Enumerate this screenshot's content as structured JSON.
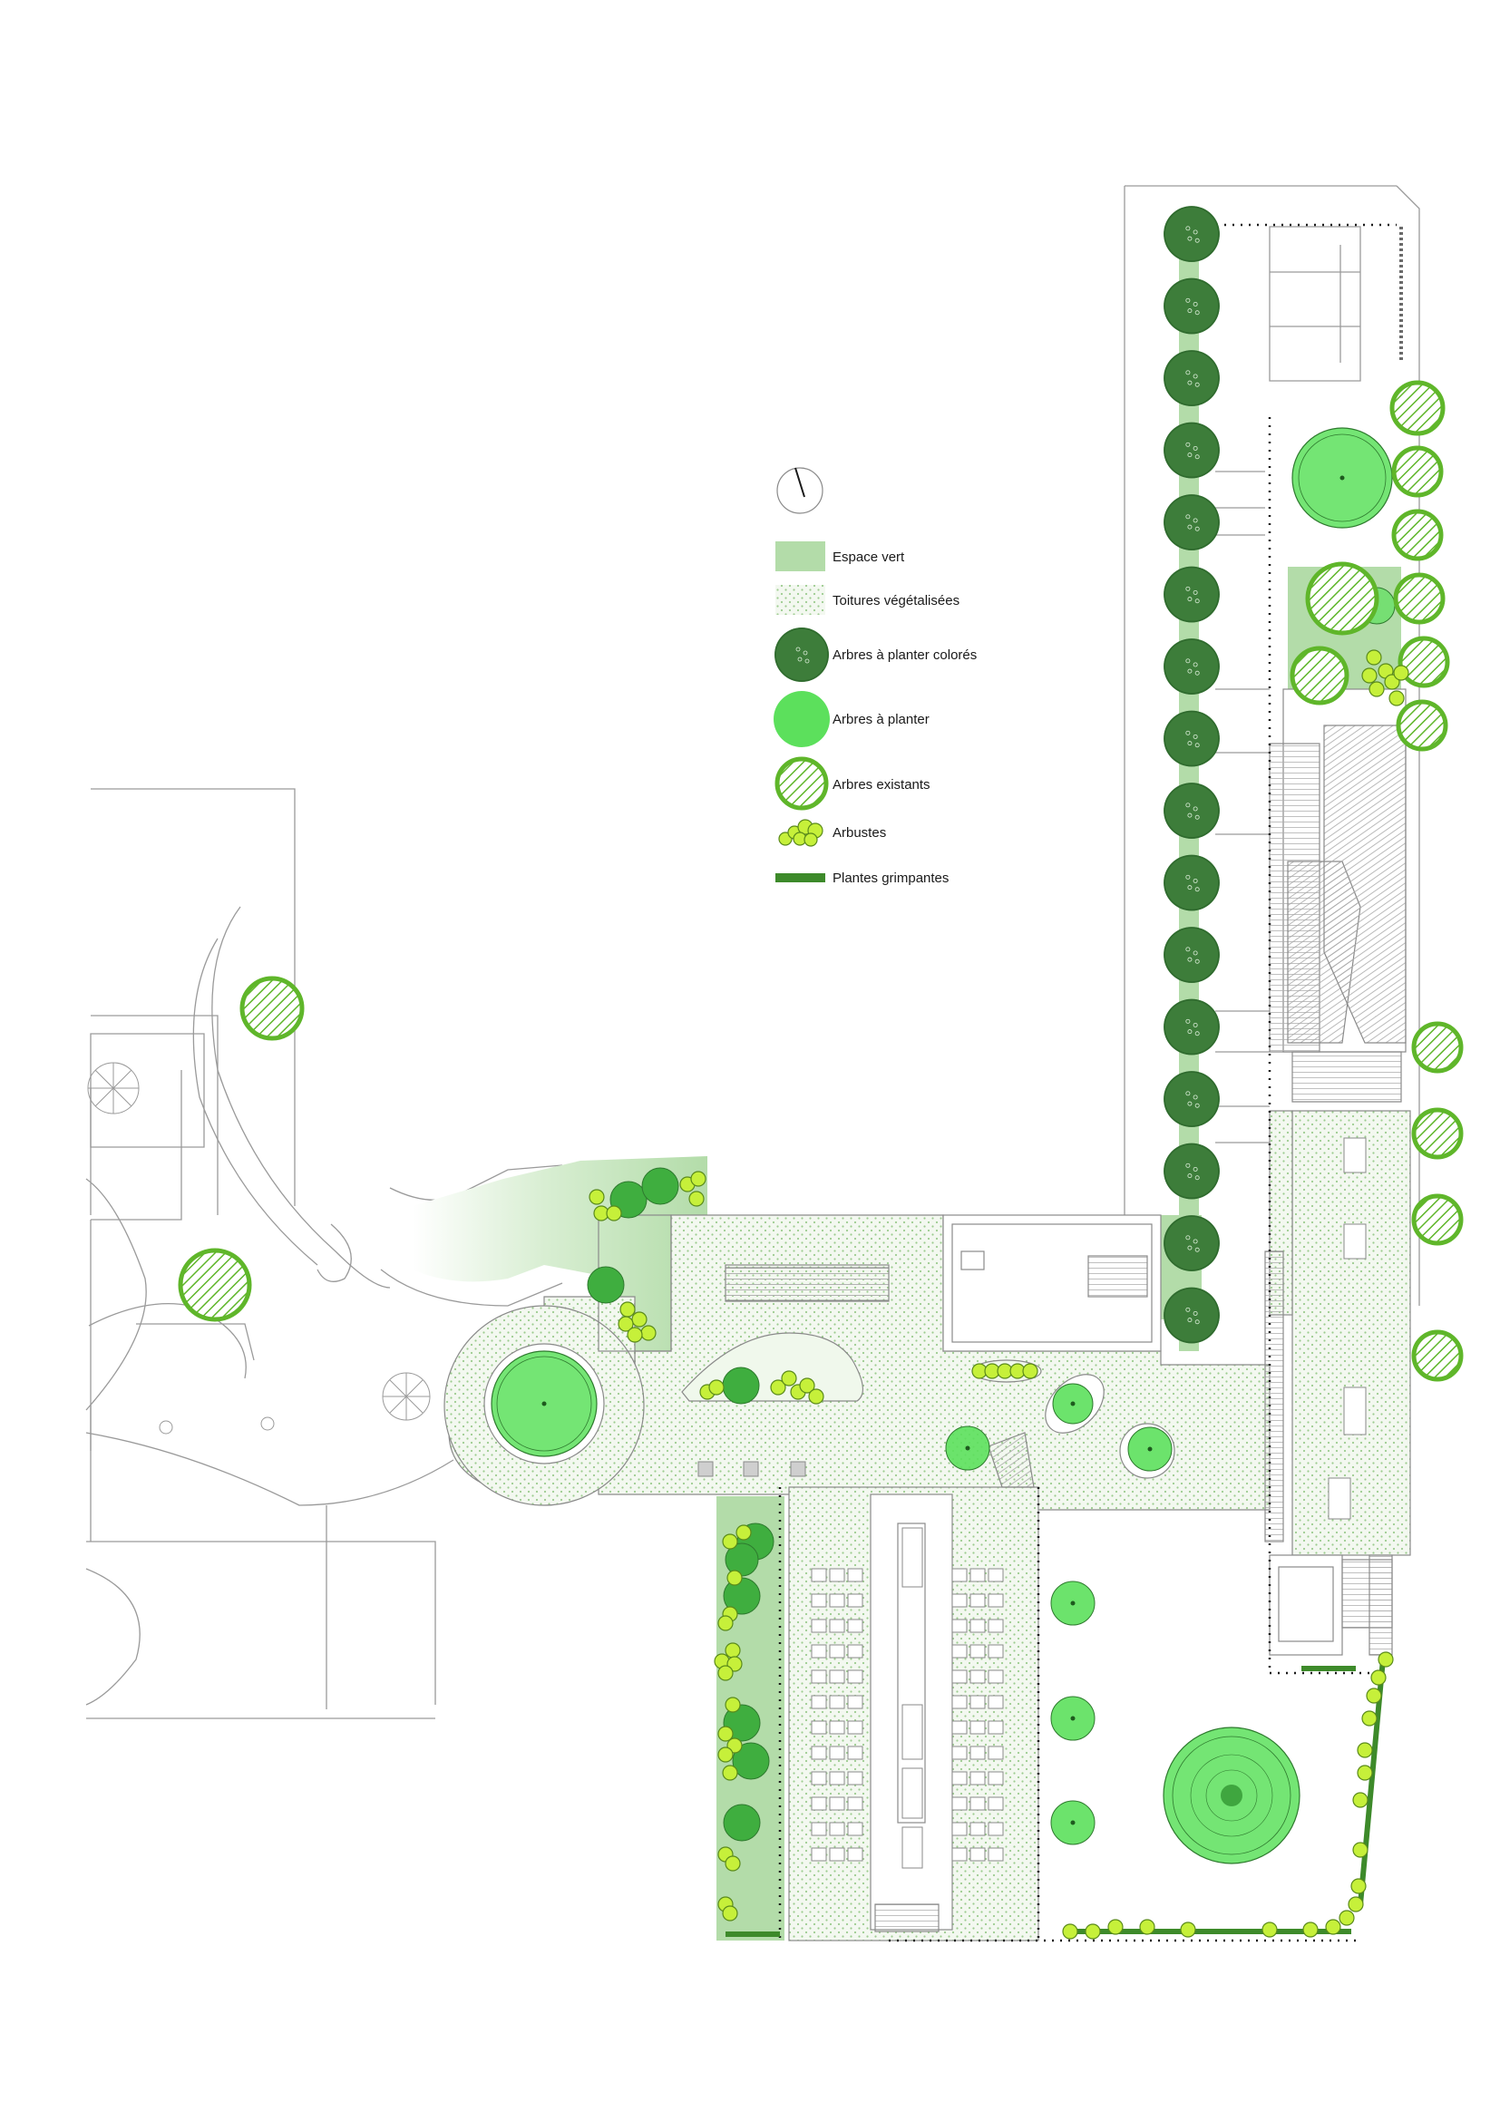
{
  "legend": {
    "espace_vert": "Espace vert",
    "toitures": "Toitures végétalisées",
    "arbres_colores": "Arbres à planter colorés",
    "arbres_planter": "Arbres à planter",
    "arbres_existants": "Arbres existants",
    "arbustes": "Arbustes",
    "plantes_grimpantes": "Plantes grimpantes"
  },
  "colors": {
    "espace_vert": "#b3dca9",
    "toitures_dot": "#9ccc8f",
    "arbres_colores": "#3d7d3a",
    "arbres_planter": "#5ce05c",
    "arbres_existants": "#5fb62a",
    "arbustes": "#c6f03a",
    "plantes_grimpantes": "#3d8a2a",
    "line": "#9a9a9a"
  },
  "icons": {
    "north": "north-arrow-icon"
  }
}
